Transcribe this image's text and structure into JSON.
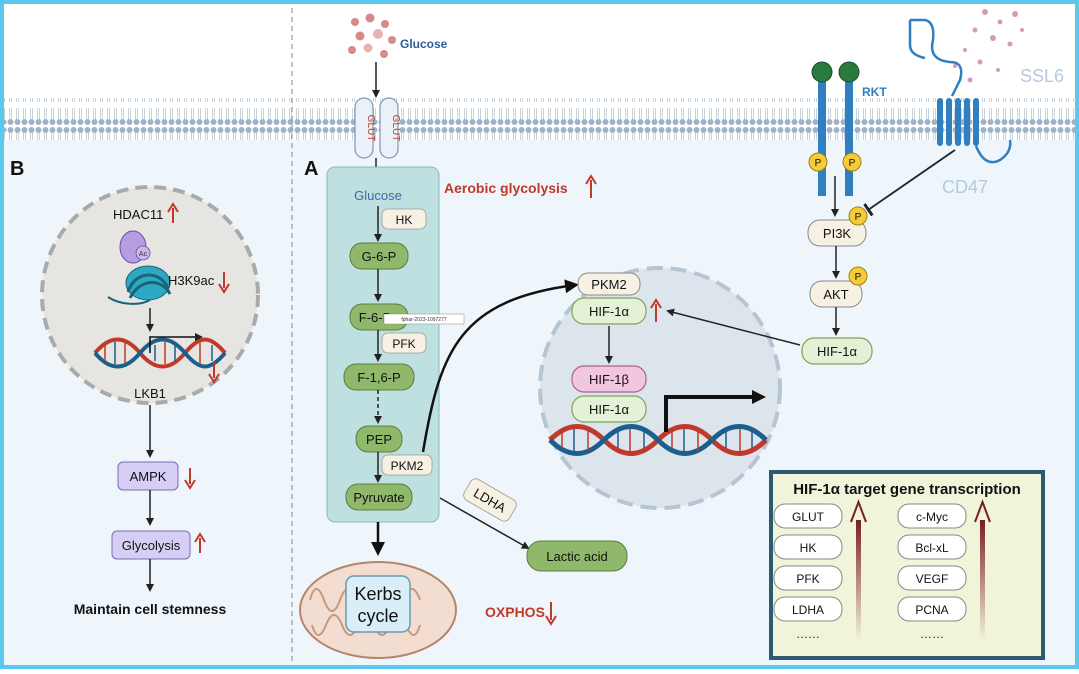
{
  "panels": {
    "b_label": "B",
    "a_label": "A"
  },
  "membrane": {
    "transporter": "GLUT",
    "receptor": "RKT",
    "ligand": "SSL6",
    "cd47": "CD47",
    "phospho": "P"
  },
  "glycolysis": {
    "glucose_outside": "Glucose",
    "glucose_inside": "Glucose",
    "hk": "HK",
    "g6p": "G-6-P",
    "f6p": "F-6-P",
    "pfk": "PFK",
    "f16p": "F-1,6-P",
    "pep": "PEP",
    "pkm2": "PKM2",
    "pyruvate": "Pyruvate",
    "aerobic": "Aerobic glycolysis",
    "ldha": "LDHA",
    "lactic": "Lactic acid",
    "kerbs_line1": "Kerbs",
    "kerbs_line2": "cycle",
    "oxphos": "OXPHOS",
    "watermark": "fphar-2023-1097277"
  },
  "panel_b": {
    "hdac11": "HDAC11",
    "ac": "Ac",
    "h3k9ac": "H3K9ac",
    "lkb1": "LKB1",
    "ampk": "AMPK",
    "glycolysis": "Glycolysis",
    "stemness": "Maintain cell stemness"
  },
  "signaling": {
    "pi3k": "PI3K",
    "akt": "AKT",
    "hif1a": "HIF-1α"
  },
  "nucleus": {
    "pkm2": "PKM2",
    "hif1a_top": "HIF-1α",
    "hif1b": "HIF-1β",
    "hif1a_bottom": "HIF-1α"
  },
  "target_box": {
    "title": "HIF-1α target gene transcription",
    "left_genes": [
      "GLUT",
      "HK",
      "PFK",
      "LDHA"
    ],
    "right_genes": [
      "c-Myc",
      "Bcl-xL",
      "VEGF",
      "PCNA"
    ],
    "ellipsis": "……"
  },
  "colors": {
    "frame": "#5bc8ee",
    "pathway_box": "#bfe0e0",
    "node_green": "#8fb86a",
    "up_down_arrow": "#c0392b",
    "glucose_dots": "#d88a8a",
    "receptor_blue": "#2f7fc1",
    "text_red": "#c0392b",
    "box_bg": "#f0f4d8",
    "box_border": "#2e5a70"
  }
}
